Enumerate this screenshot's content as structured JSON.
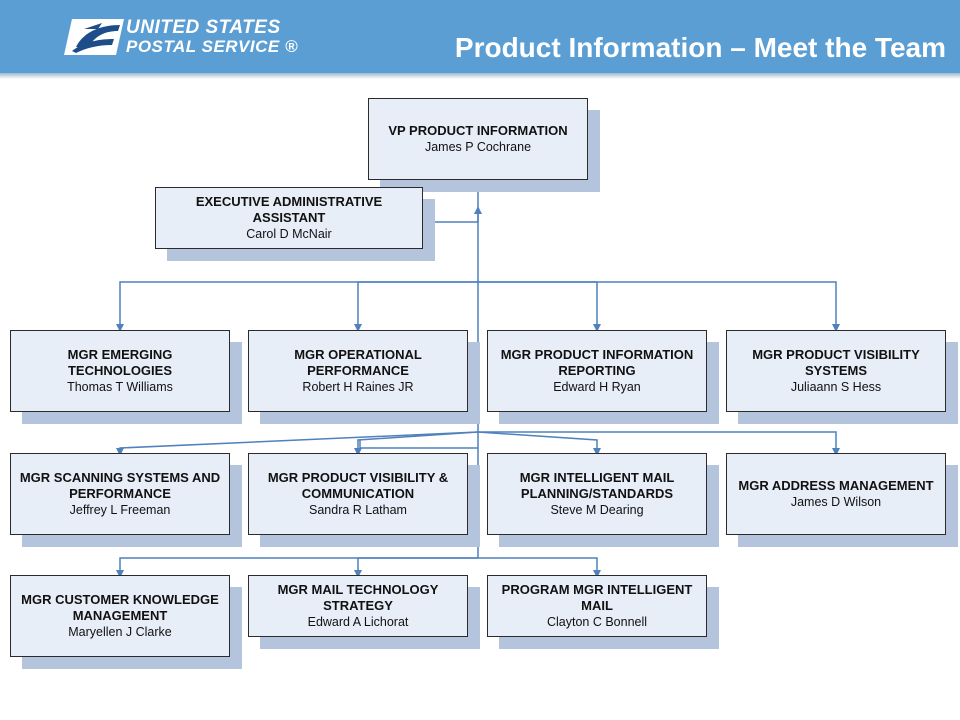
{
  "header": {
    "logo_line1": "UNITED STATES",
    "logo_line2": "POSTAL SERVICE ®",
    "title": "Product Information – Meet the Team",
    "bar_color": "#5b9ed3",
    "logo_icon": "eagle-icon"
  },
  "org": {
    "vp": {
      "title": "VP PRODUCT INFORMATION",
      "name": "James P Cochrane"
    },
    "assistant": {
      "title": "EXECUTIVE ADMINISTRATIVE ASSISTANT",
      "name": "Carol D McNair"
    },
    "row1": [
      {
        "title": "MGR EMERGING TECHNOLOGIES",
        "name": "Thomas T Williams"
      },
      {
        "title": "MGR OPERATIONAL PERFORMANCE",
        "name": "Robert H Raines JR"
      },
      {
        "title": "MGR PRODUCT INFORMATION REPORTING",
        "name": "Edward H Ryan"
      },
      {
        "title": "MGR PRODUCT VISIBILITY SYSTEMS",
        "name": "Juliaann S Hess"
      }
    ],
    "row2": [
      {
        "title": "MGR SCANNING SYSTEMS AND PERFORMANCE",
        "name": "Jeffrey L Freeman"
      },
      {
        "title": "MGR PRODUCT VISIBILITY & COMMUNICATION",
        "name": "Sandra R Latham"
      },
      {
        "title": "MGR INTELLIGENT MAIL PLANNING/STANDARDS",
        "name": "Steve M Dearing"
      },
      {
        "title": "MGR ADDRESS MANAGEMENT",
        "name": "James D Wilson"
      }
    ],
    "row3": [
      {
        "title": "MGR CUSTOMER KNOWLEDGE MANAGEMENT",
        "name": "Maryellen J Clarke"
      },
      {
        "title": "MGR MAIL TECHNOLOGY STRATEGY",
        "name": "Edward A Lichorat"
      },
      {
        "title": "PROGRAM MGR INTELLIGENT MAIL",
        "name": "Clayton C Bonnell"
      }
    ],
    "box_fill": "#e8eef8",
    "box_shadow": "#b4c4dd",
    "connector_color": "#4f81bd"
  }
}
